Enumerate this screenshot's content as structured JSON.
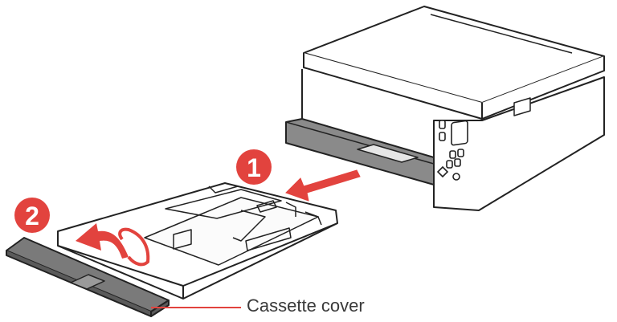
{
  "steps": [
    {
      "number": "1"
    },
    {
      "number": "2"
    }
  ],
  "callout": {
    "label": "Cassette cover"
  },
  "colors": {
    "accent": "#e2433e",
    "line": "#222222",
    "cover_fill": "#777777",
    "slot_fill": "#8a8a8a"
  }
}
